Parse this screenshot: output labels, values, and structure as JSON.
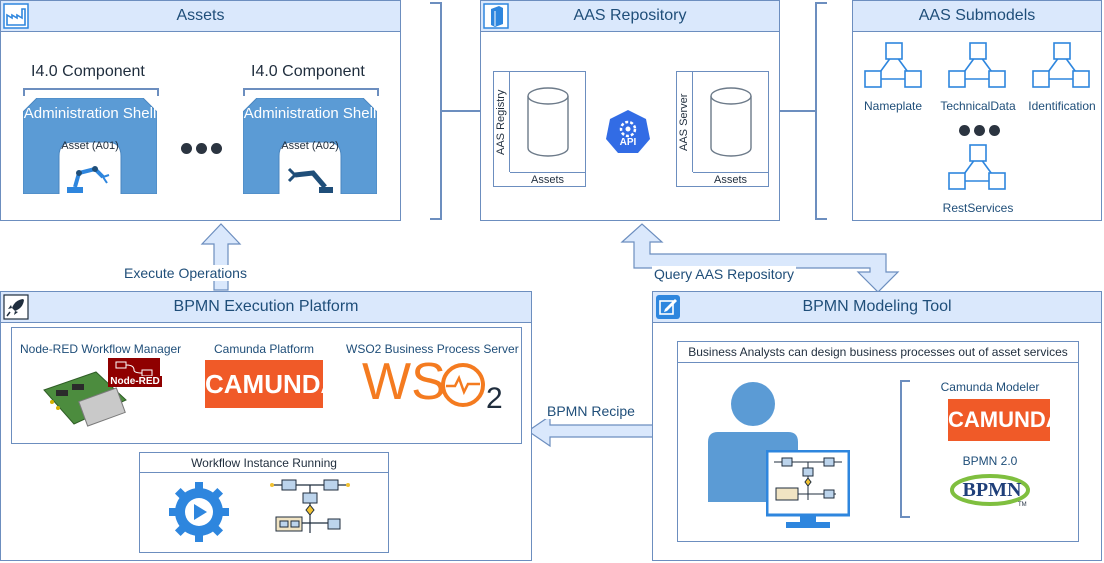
{
  "assets_panel": {
    "title": "Assets",
    "component_label_1": "I4.0 Component",
    "component_label_2": "I4.0 Component",
    "shell_title_1": "Administration Shell",
    "shell_title_2": "Administration Shell",
    "asset_1": "Asset (A01)",
    "asset_2": "Asset (A02)"
  },
  "repository_panel": {
    "title": "AAS Repository",
    "registry_label": "AAS Registry",
    "registry_assets": "Assets",
    "api_label": "API",
    "server_label": "AAS Server",
    "server_assets": "Assets"
  },
  "submodels_panel": {
    "title": "AAS Submodels",
    "items": [
      "Nameplate",
      "TechnicalData",
      "Identification",
      "RestServices"
    ]
  },
  "arrows": {
    "execute": "Execute Operations",
    "query": "Query AAS Repository",
    "recipe": "BPMN Recipe"
  },
  "execution_panel": {
    "title": "BPMN Execution Platform",
    "nodered_title": "Node-RED Workflow Manager",
    "nodered_logo": "Node-RED",
    "camunda_title": "Camunda Platform",
    "camunda_logo": "CAMUNDA",
    "wso2_title": "WSO2 Business Process Server",
    "wso2_logo_ws": "WS",
    "wso2_logo_2": "2",
    "workflow_title": "Workflow Instance Running"
  },
  "modeling_panel": {
    "title": "BPMN Modeling Tool",
    "caption": "Business Analysts can design business processes out of asset services",
    "modeler_title": "Camunda Modeler",
    "modeler_logo": "CAMUNDA",
    "bpmn_title": "BPMN 2.0",
    "bpmn_logo": "BPMN",
    "bpmn_tm": "TM"
  },
  "colors": {
    "header_fill": "#dae8fc",
    "border": "#6c8ebf",
    "shell_blue": "#5b9bd5",
    "camunda_orange": "#f05a28",
    "icon_blue": "#2e86de"
  },
  "icons": [
    "factory-icon",
    "server-icon",
    "rocket-icon",
    "edit-icon",
    "api-icon",
    "submodel-cube-icon",
    "user-icon",
    "monitor-icon",
    "play-gear-icon",
    "flow-diagram-icon"
  ]
}
